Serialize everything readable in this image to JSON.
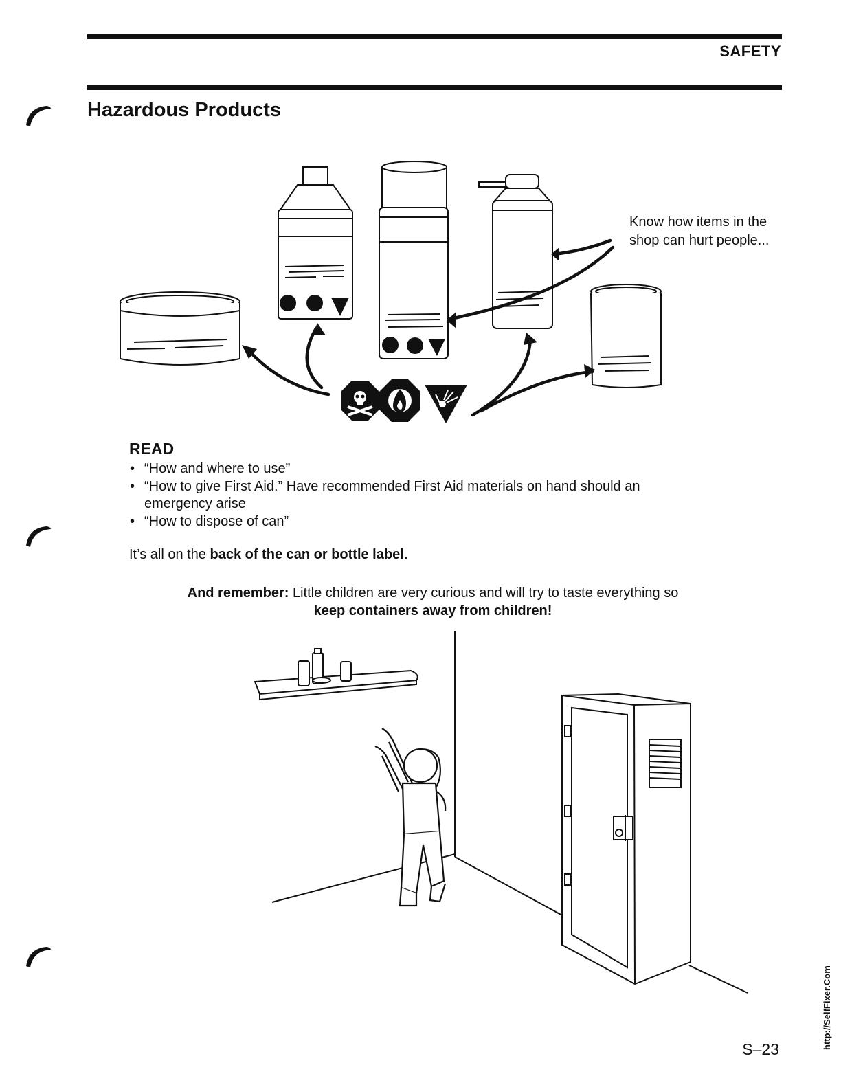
{
  "header": {
    "section": "SAFETY",
    "title": "Hazardous Products"
  },
  "illustration_top": {
    "callout": "Know how items in the shop can hurt people...",
    "symbols": [
      "poison-icon",
      "flammable-icon",
      "explosive-icon"
    ]
  },
  "read_section": {
    "heading": "READ",
    "items": [
      "“How and where to use”",
      "“How to give First Aid.” Have recommended First Aid materials on hand should an emergency arise",
      "“How to dispose of can”"
    ],
    "back_label_prefix": "It’s all on the ",
    "back_label_bold": "back of the can or bottle label."
  },
  "reminder": {
    "lead": "And remember:",
    "text": " Little children are very curious and will try to taste everything so ",
    "bold": "keep containers away from children!"
  },
  "footer": {
    "page_number": "S–23",
    "side_url": "http://SelfFixer.Com"
  }
}
